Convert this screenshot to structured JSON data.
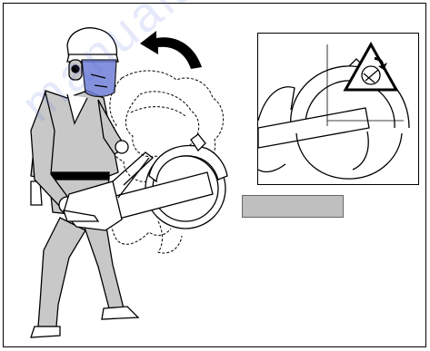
{
  "figure": {
    "label_text": "",
    "watermark_text": "manualsLib",
    "colors": {
      "line": "#000000",
      "fill_gray": "#c8c8c8",
      "visor_blue": "#6f7fd8",
      "label_box": "#bfbfbf"
    },
    "icons": [
      "operator-figure",
      "power-cutter",
      "kickback-zone",
      "rotation-arrow",
      "kickback-warning-icon"
    ]
  }
}
